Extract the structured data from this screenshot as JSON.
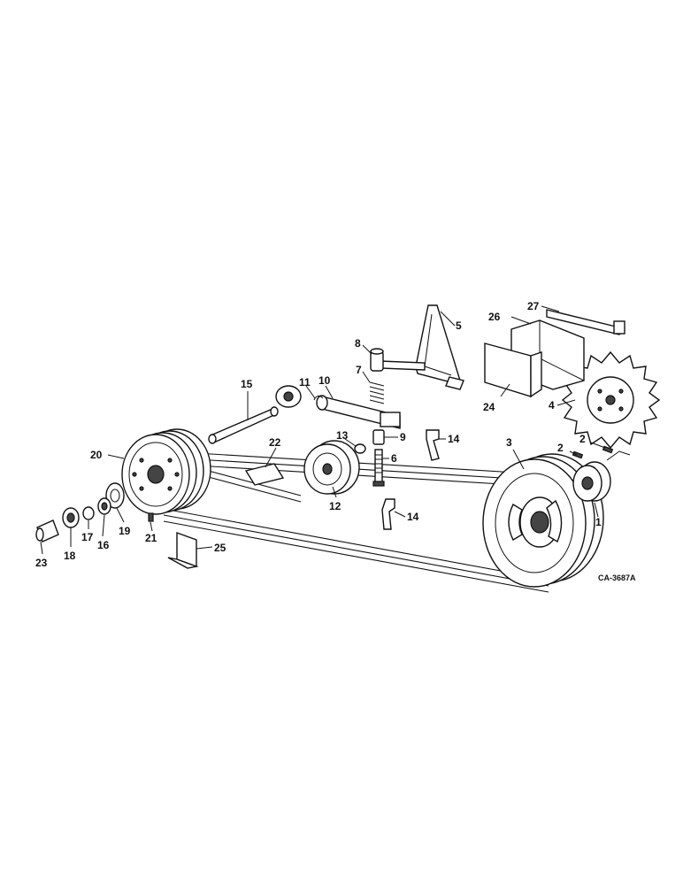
{
  "drawing_code": "CA-3687A",
  "callouts": [
    {
      "id": "c1",
      "text": "1"
    },
    {
      "id": "c2a",
      "text": "2"
    },
    {
      "id": "c2b",
      "text": "2"
    },
    {
      "id": "c3",
      "text": "3"
    },
    {
      "id": "c4",
      "text": "4"
    },
    {
      "id": "c5",
      "text": "5"
    },
    {
      "id": "c6",
      "text": "6"
    },
    {
      "id": "c7",
      "text": "7"
    },
    {
      "id": "c8",
      "text": "8"
    },
    {
      "id": "c9",
      "text": "9"
    },
    {
      "id": "c10",
      "text": "10"
    },
    {
      "id": "c11",
      "text": "11"
    },
    {
      "id": "c12",
      "text": "12"
    },
    {
      "id": "c13",
      "text": "13"
    },
    {
      "id": "c14a",
      "text": "14"
    },
    {
      "id": "c14b",
      "text": "14"
    },
    {
      "id": "c15",
      "text": "15"
    },
    {
      "id": "c16",
      "text": "16"
    },
    {
      "id": "c17",
      "text": "17"
    },
    {
      "id": "c18",
      "text": "18"
    },
    {
      "id": "c19",
      "text": "19"
    },
    {
      "id": "c20",
      "text": "20"
    },
    {
      "id": "c21",
      "text": "21"
    },
    {
      "id": "c22",
      "text": "22"
    },
    {
      "id": "c23",
      "text": "23"
    },
    {
      "id": "c24",
      "text": "24"
    },
    {
      "id": "c25",
      "text": "25"
    },
    {
      "id": "c26",
      "text": "26"
    },
    {
      "id": "c27",
      "text": "27"
    }
  ]
}
